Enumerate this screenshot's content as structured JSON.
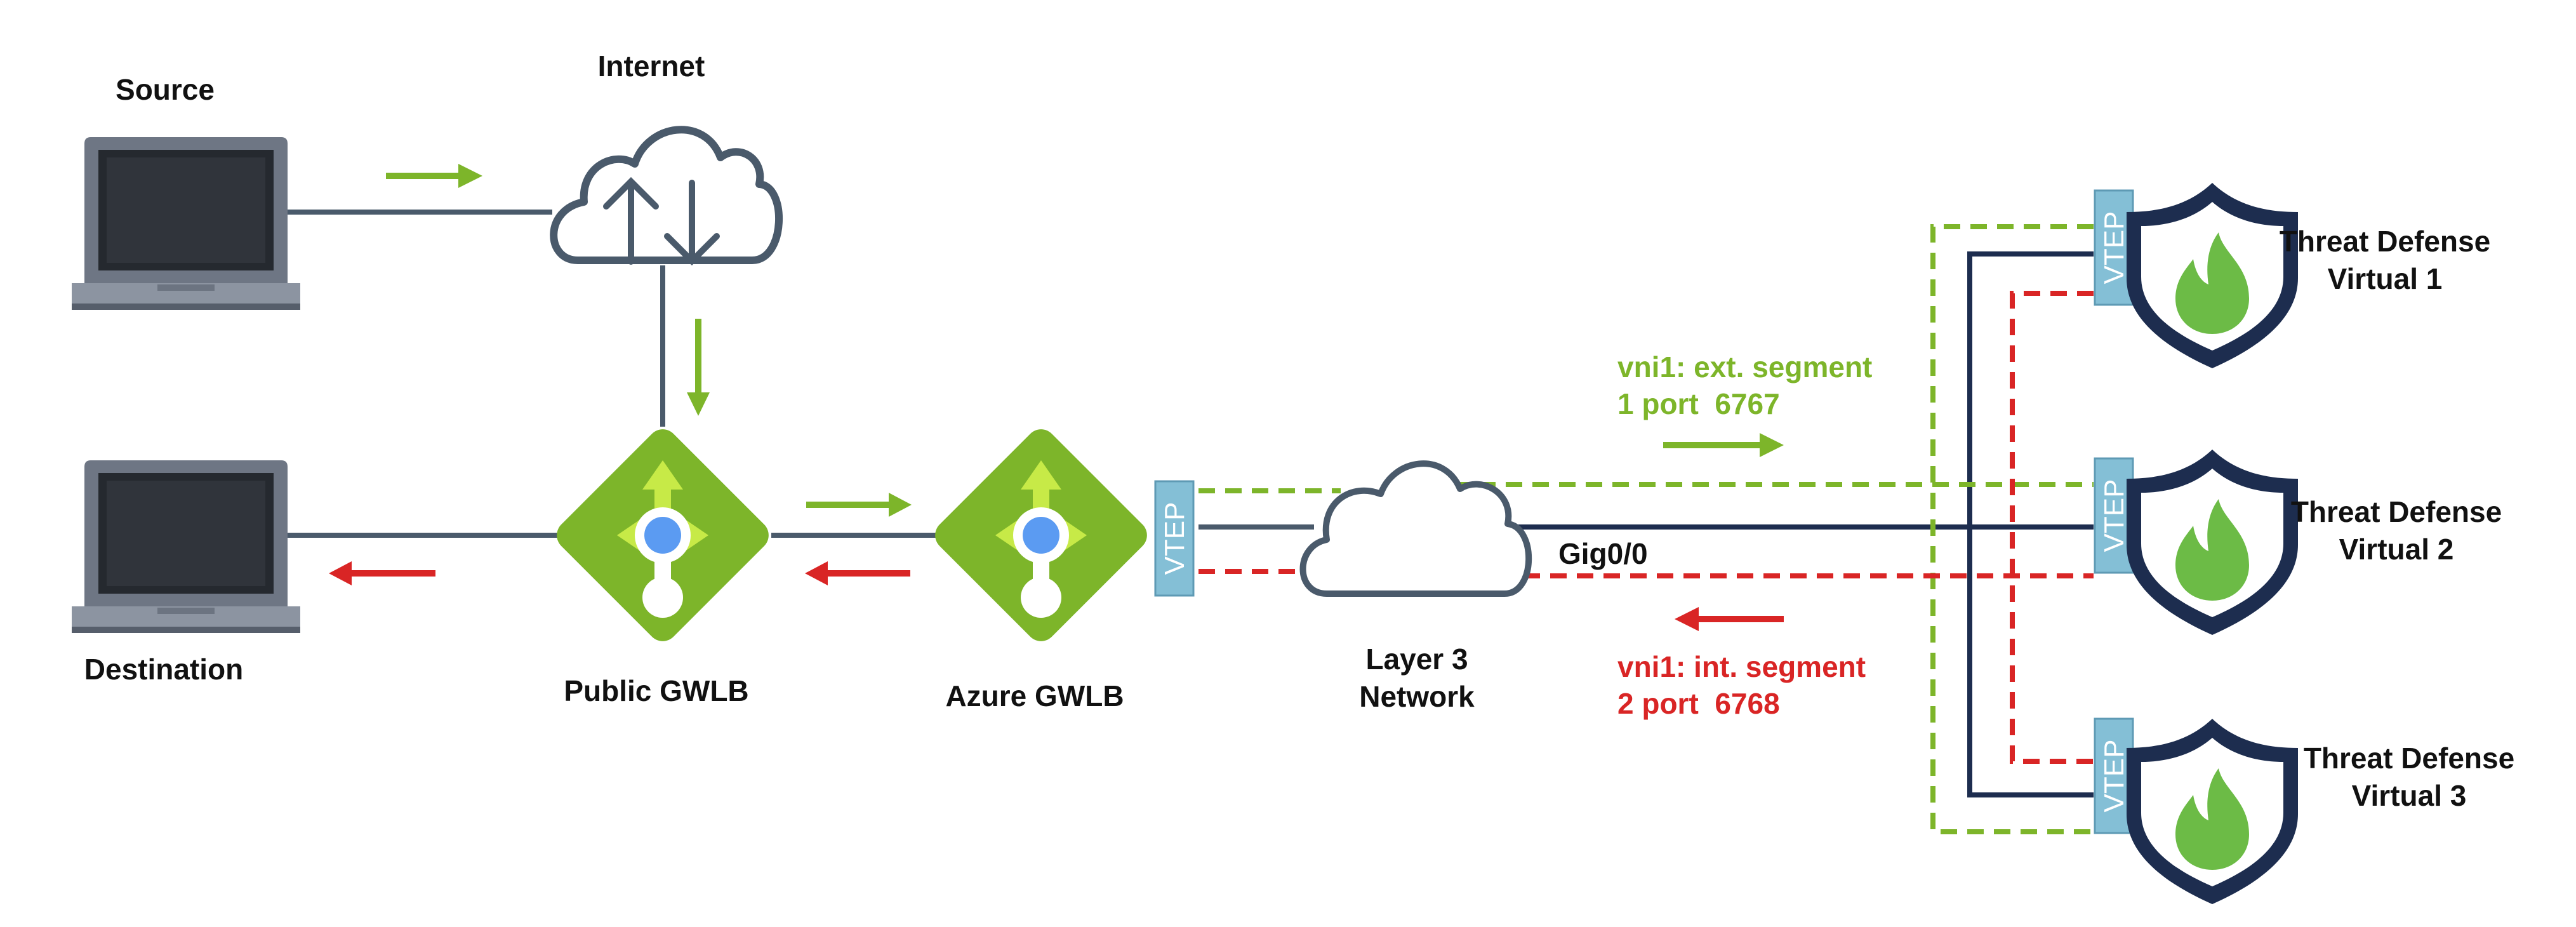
{
  "labels": {
    "source": "Source",
    "destination": "Destination",
    "internet": "Internet",
    "public_gwlb": "Public GWLB",
    "azure_gwlb": "Azure GWLB",
    "layer3_line1": "Layer 3",
    "layer3_line2": "Network",
    "gig": "Gig0/0",
    "vtep": "VTEP",
    "ext_segment_line1": "vni1: ext. segment",
    "ext_segment_line2": "1 port  6767",
    "int_segment_line1": "vni1: int. segment",
    "int_segment_line2": "2 port  6768",
    "tdv1_line1": "Threat Defense",
    "tdv1_line2": "Virtual 1",
    "tdv2_line1": "Threat Defense",
    "tdv2_line2": "Virtual 2",
    "tdv3_line1": "Threat Defense",
    "tdv3_line2": "Virtual 3"
  },
  "icons": {
    "source": "laptop-icon",
    "destination": "laptop-icon",
    "internet": "cloud-upload-download-icon",
    "public_gwlb": "load-balancer-icon",
    "azure_gwlb": "load-balancer-icon",
    "layer3": "cloud-icon",
    "threat_defense": "shield-flame-icon"
  },
  "colors": {
    "ingress": "#7db52a",
    "egress": "#d92525",
    "link": "#4a5a6b",
    "vtep": "#84bfd6",
    "shield": "#1d2d4f",
    "flame": "#6cbb46",
    "gwlb": "#7db52a"
  }
}
